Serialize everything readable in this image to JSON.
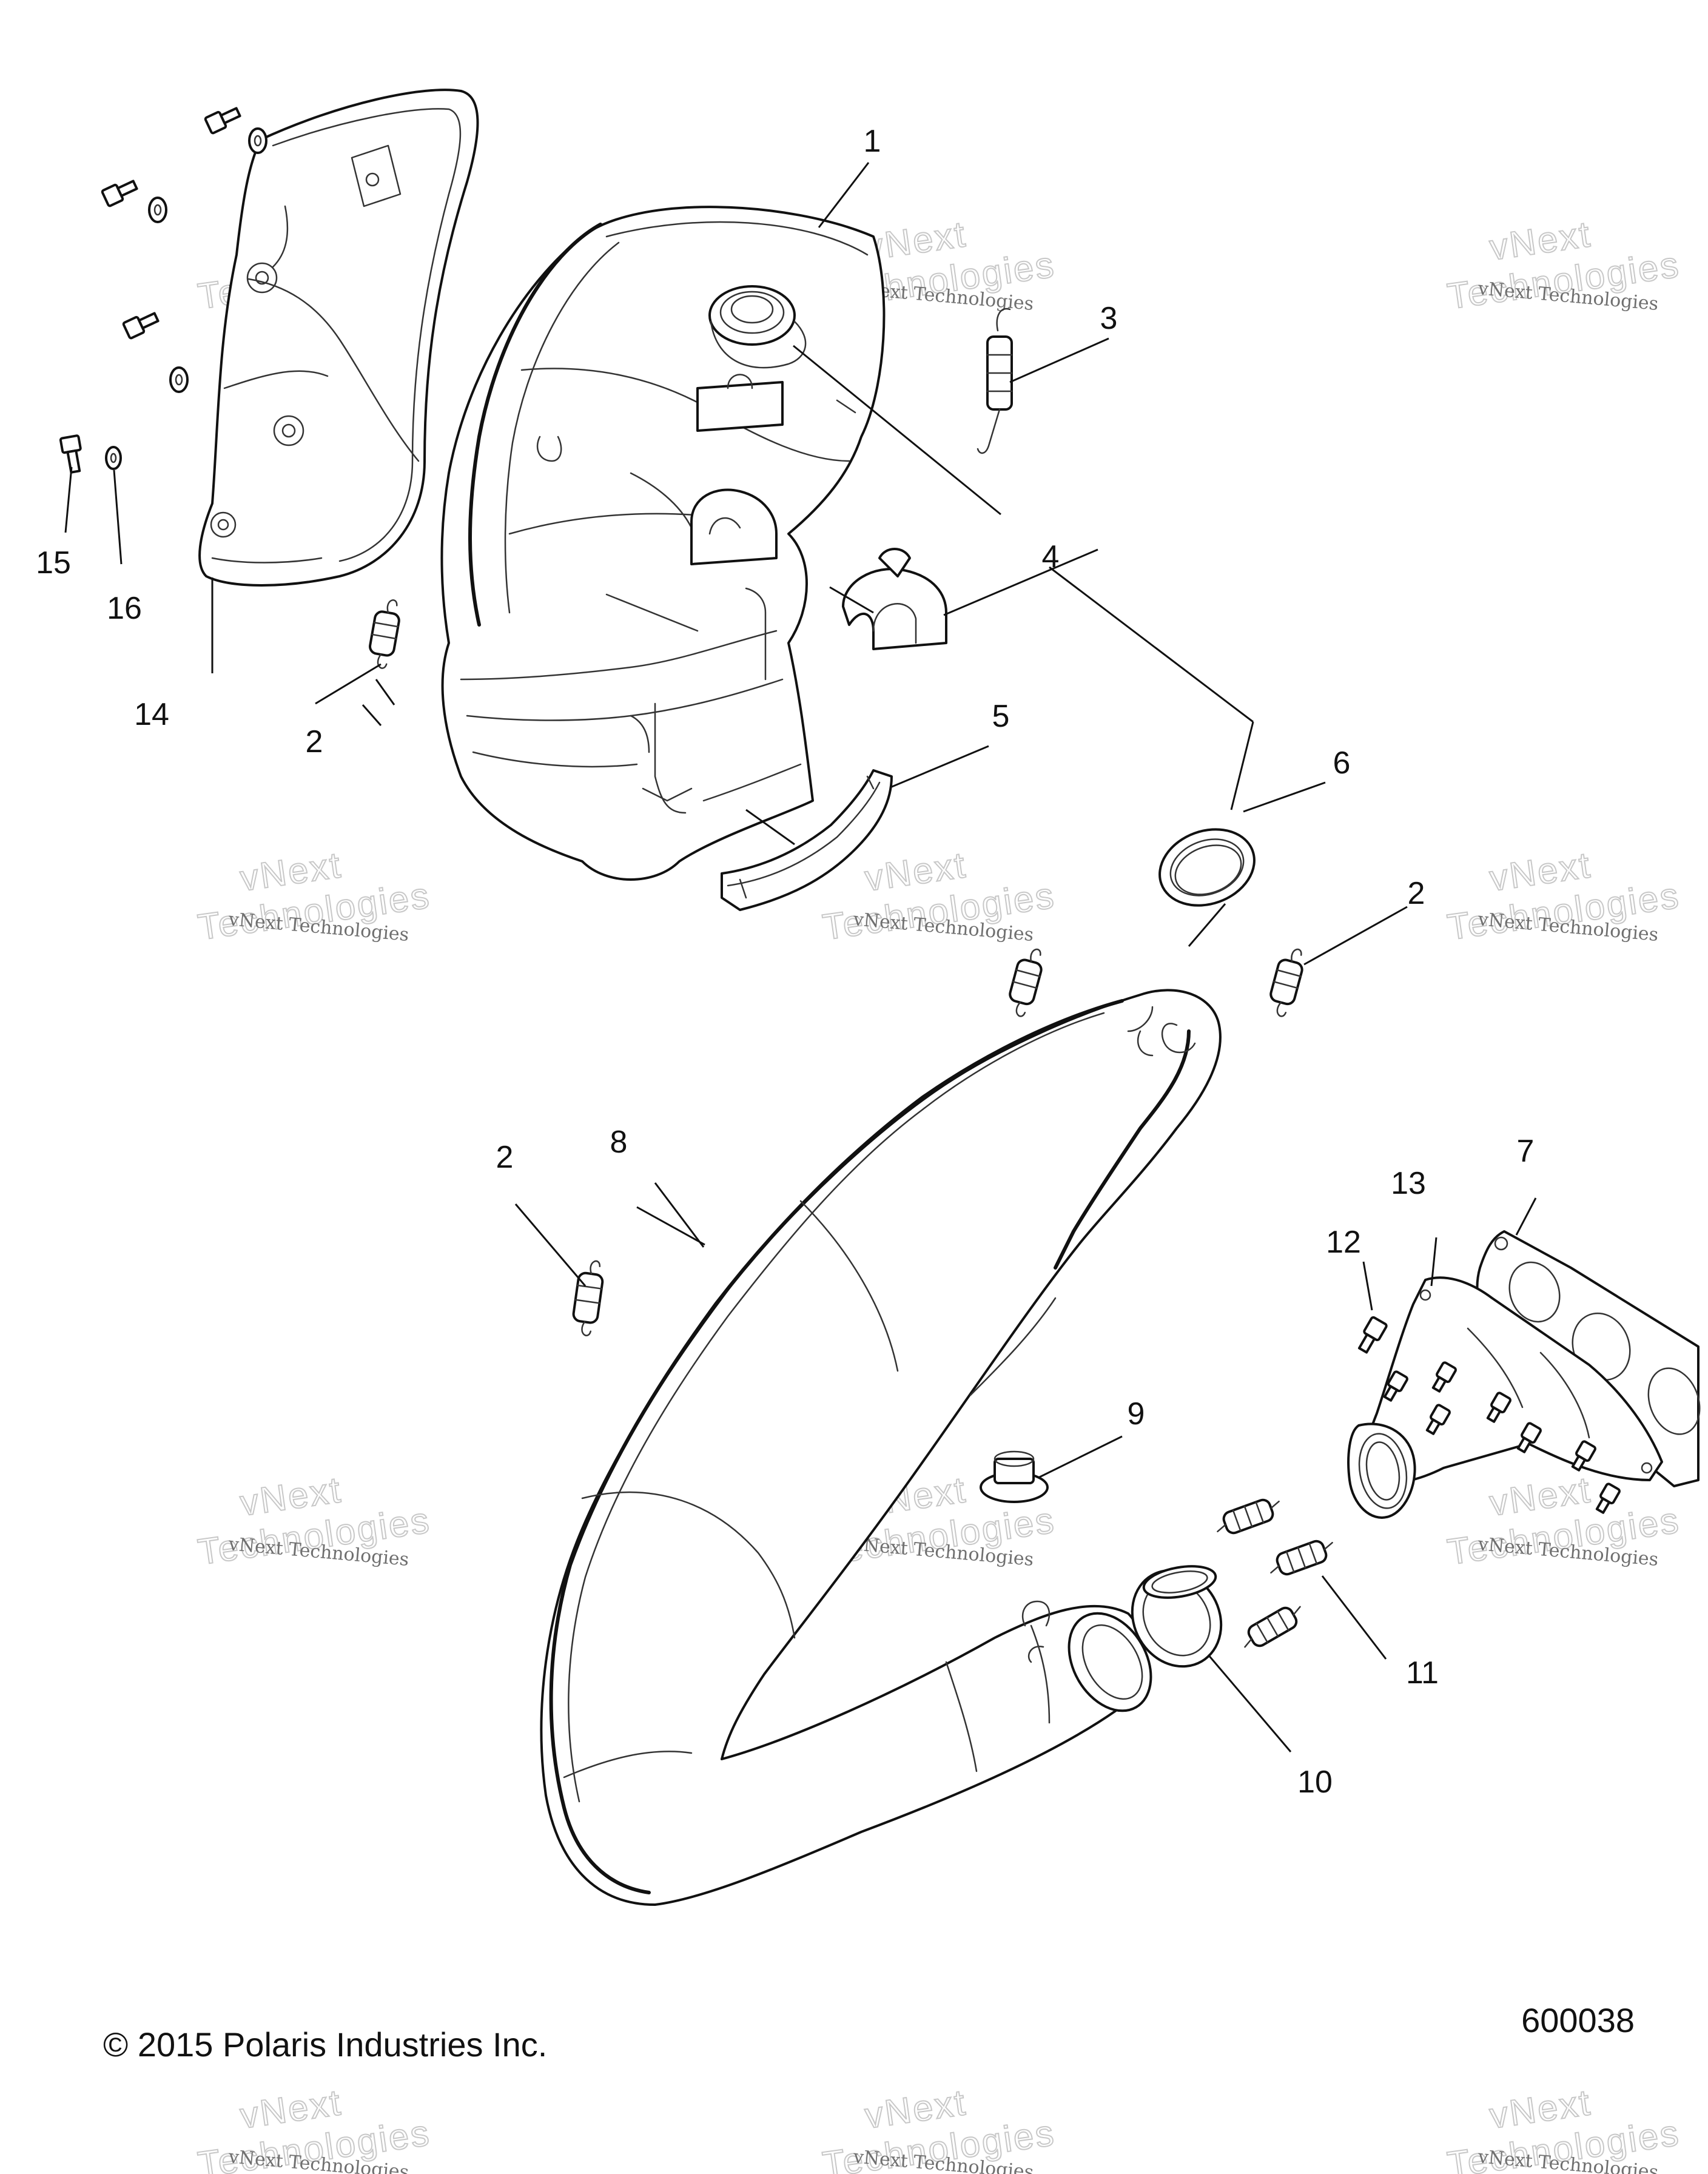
{
  "diagram": {
    "callouts": [
      {
        "id": "c1",
        "label": "1"
      },
      {
        "id": "c2a",
        "label": "2"
      },
      {
        "id": "c2b",
        "label": "2"
      },
      {
        "id": "c2c",
        "label": "2"
      },
      {
        "id": "c3",
        "label": "3"
      },
      {
        "id": "c4",
        "label": "4"
      },
      {
        "id": "c5",
        "label": "5"
      },
      {
        "id": "c6",
        "label": "6"
      },
      {
        "id": "c7",
        "label": "7"
      },
      {
        "id": "c8",
        "label": "8"
      },
      {
        "id": "c9",
        "label": "9"
      },
      {
        "id": "c10",
        "label": "10"
      },
      {
        "id": "c11",
        "label": "11"
      },
      {
        "id": "c12",
        "label": "12"
      },
      {
        "id": "c13",
        "label": "13"
      },
      {
        "id": "c14",
        "label": "14"
      },
      {
        "id": "c15",
        "label": "15"
      },
      {
        "id": "c16",
        "label": "16"
      }
    ],
    "copyright": "© 2015 Polaris Industries Inc.",
    "figure_number": "600038",
    "watermark": {
      "line1": "vNext Technologies",
      "line2": "Technologies",
      "line2_prefix": "vNext"
    }
  }
}
